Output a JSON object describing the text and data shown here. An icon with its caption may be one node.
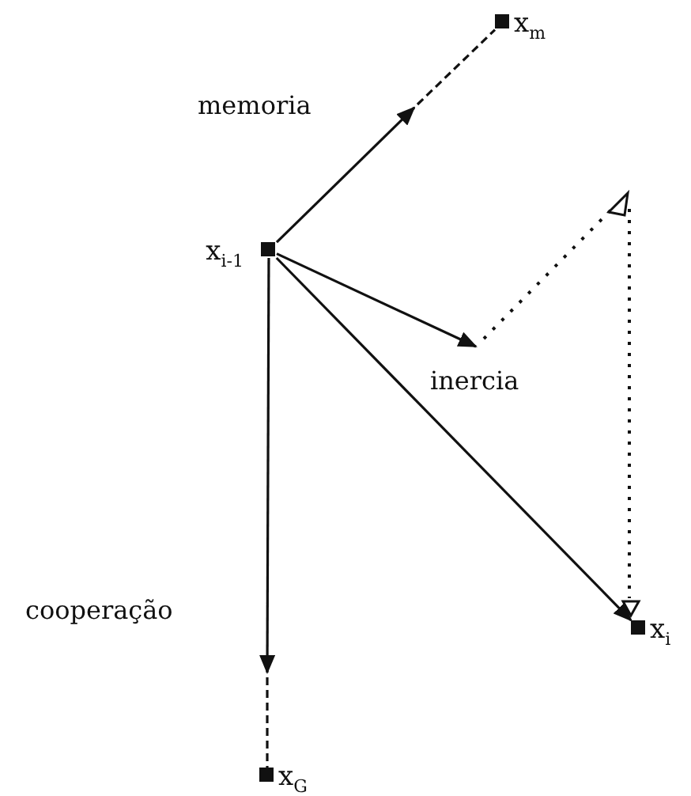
{
  "diagram": {
    "nodes": [
      {
        "text": [
          "x$_{m}$"
        ]
      },
      {
        "text": [
          "x$_{i-1}$"
        ]
      },
      {
        "text": [
          "x$_{i}$"
        ]
      },
      {
        "text": [
          "x$_{G}$"
        ]
      }
    ],
    "edges": [
      {
        "from": 1,
        "to": null,
        "arrow": "to",
        "label": "memoria"
      },
      {
        "from": null,
        "to": 0,
        "arrow": "none",
        "style": "dashed"
      },
      {
        "from": 1,
        "to": null,
        "arrow": "to",
        "label": "inercia"
      },
      {
        "from": 1,
        "to": 2,
        "arrow": "to"
      },
      {
        "from": 1,
        "to": null,
        "arrow": "to",
        "label": "cooperação"
      },
      {
        "from": null,
        "to": 3,
        "arrow": "none",
        "style": "dashed"
      }
    ]
  }
}
